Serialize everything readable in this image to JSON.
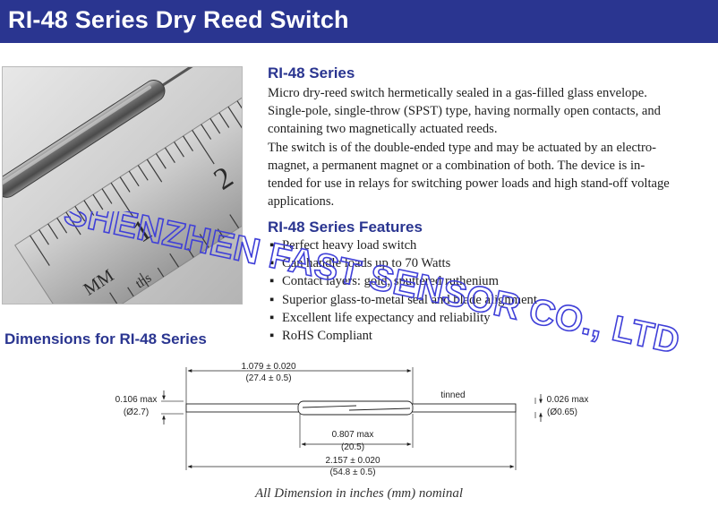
{
  "header": {
    "title": "RI-48 Series Dry Reed Switch"
  },
  "photo": {
    "ruler_numbers": [
      "1",
      "2"
    ],
    "ruler_unit": "MM",
    "ruler_partial": "ths"
  },
  "series": {
    "heading": "RI-48 Series",
    "lines": [
      "Micro dry-reed switch hermetically sealed in a gas-filled glass envelope.",
      "Single-pole, single-throw (SPST) type, having normally open contacts, and",
      "containing two magnetically actuated reeds.",
      "The switch is of the double-ended type and may be actuated by an electro-",
      "magnet, a permanent magnet or a combination of both. The device is in-",
      "tended for use in relays for switching power loads and high stand-off voltage",
      "applications."
    ]
  },
  "features": {
    "heading": "RI-48 Series Features",
    "bullet": "▪",
    "items": [
      "Perfect heavy load switch",
      "Can handle loads up to 70 Watts",
      "Contact layers: gold, sputtered ruthenium",
      "Superior glass-to-metal seal and blade alignment",
      "Excellent life expectancy and reliability",
      "RoHS Compliant"
    ]
  },
  "dimensions": {
    "heading": "Dimensions for RI-48 Series",
    "glass_length_in": "1.079 ± 0.020",
    "glass_length_mm": "(27.4 ± 0.5)",
    "diameter_in": "0.106 max",
    "diameter_mm": "(Ø2.7)",
    "lead_label": "tinned",
    "lead_dia_in": "0.026 max",
    "lead_dia_mm": "(Ø0.65)",
    "overlap_in": "0.807 max",
    "overlap_mm": "(20.5)",
    "overall_in": "2.157 ± 0.020",
    "overall_mm": "(54.8 ± 0.5)"
  },
  "footer": {
    "note": "All Dimension in inches (mm) nominal"
  },
  "watermark": {
    "text": "SHENZHEN FAST SENSOR CO., LTD",
    "color": "#3f3fd8"
  },
  "colors": {
    "brand": "#2a3590",
    "title_text": "#ffffff"
  }
}
